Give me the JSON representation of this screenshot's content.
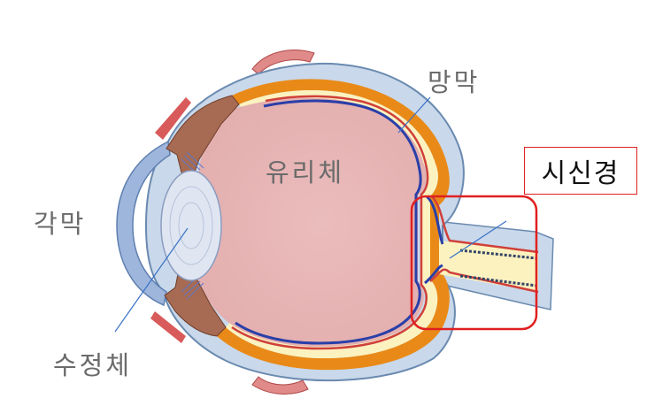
{
  "labels": {
    "retina": "망막",
    "vitreous": "유리체",
    "cornea": "각막",
    "lens": "수정체",
    "optic_nerve": "시신경"
  },
  "colors": {
    "sclera": "#c9d8ea",
    "vitreous": "#e8b8b8",
    "choroid": "#e98a18",
    "retina_line": "#2a3fa8",
    "retina_red": "#d0403a",
    "retina_yellow": "#fbf2c0",
    "iris": "#a76a52",
    "lens": "#dfe6f1",
    "cornea": "#9fb6dc",
    "highlight": "#e02020",
    "pointer": "#3a73c8"
  }
}
